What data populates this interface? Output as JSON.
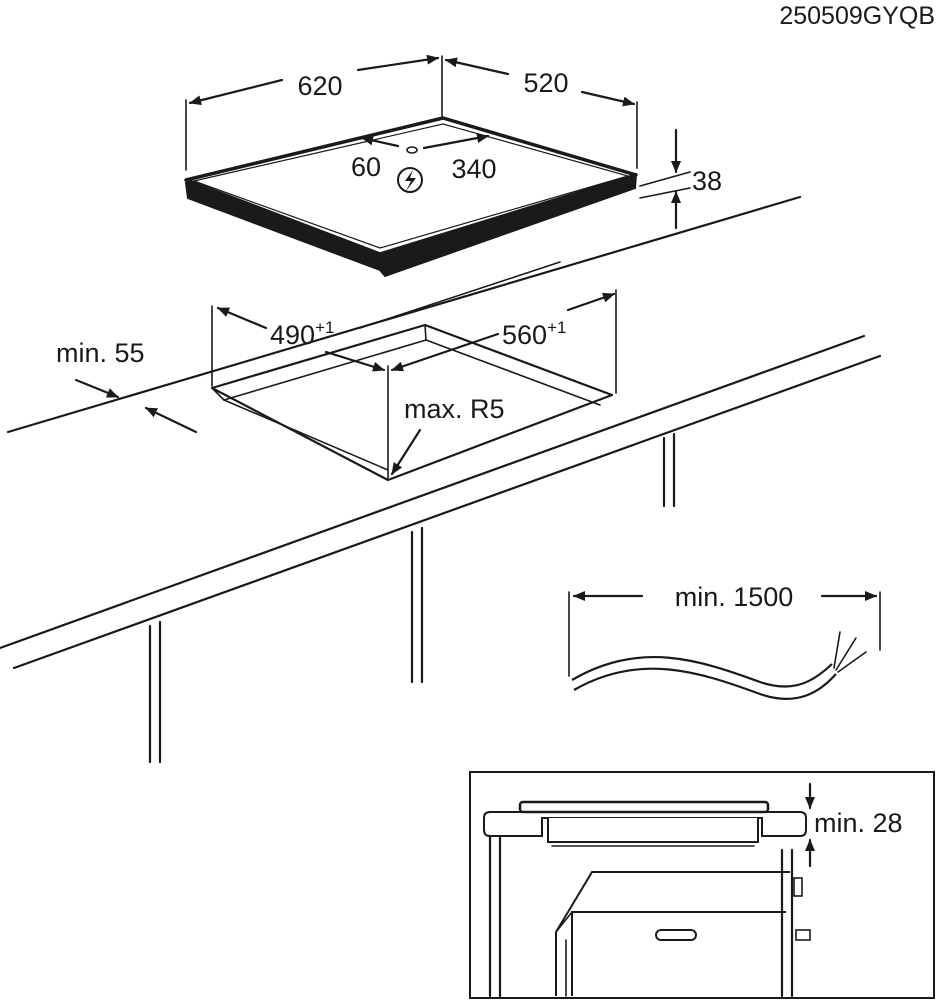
{
  "product_code": "250509GYQB",
  "hob": {
    "width": "620",
    "depth": "520",
    "height": "38",
    "connection_offset": "60",
    "connection_depth": "340",
    "power_icon": "lightning-circle-icon"
  },
  "cutout": {
    "width": "490",
    "width_tolerance": "+1",
    "depth": "560",
    "depth_tolerance": "+1",
    "front_distance": "min. 55",
    "corner_radius": "max. R5"
  },
  "cable": {
    "length": "min. 1500"
  },
  "detail": {
    "clearance": "min. 28"
  }
}
